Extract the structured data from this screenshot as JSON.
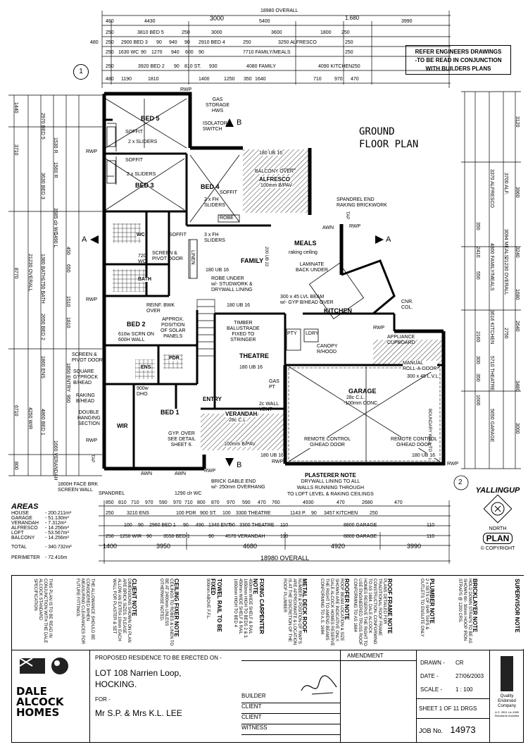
{
  "top_dims": {
    "overall": "18980 OVERALL",
    "row1": [
      "480",
      "4430",
      "5400",
      "3990"
    ],
    "row1_note": "3000",
    "row1_note2": "1.680",
    "row2": [
      "250",
      "3810 BED 5",
      "250",
      "3000",
      "3600",
      "1800",
      "250"
    ],
    "row3": [
      "480",
      "250",
      "2900 BED 3",
      "90",
      "940",
      "90",
      "2910 BED 4",
      "250",
      "3250 ALFRESCO",
      "250"
    ],
    "row4": [
      "250",
      "1630 WC",
      "90",
      "1270",
      "940",
      "600",
      "90",
      "7710 FAMILY/MEALS",
      "250"
    ],
    "row5": [
      "250",
      "3920 BED 2",
      "90",
      "810 ST.",
      "930",
      "4080 FAMILY",
      "4090 KITCHEN",
      "250"
    ],
    "row6": [
      "480",
      "1190",
      "1810",
      "1400",
      "1250",
      "350",
      "1640",
      "710",
      "970",
      "470"
    ]
  },
  "engineer_note": [
    "REFER ENGINEERS DRAWINGS",
    "-TO BE READ IN CONJUNCTION",
    "WITH BUILDERS PLANS"
  ],
  "plan_title": [
    "GROUND",
    "FLOOR PLAN"
  ],
  "rooms": {
    "bed5": "BED 5",
    "bed3": "BED 3",
    "bed4": "BED 4",
    "bed2": "BED 2",
    "bed1": "BED 1",
    "family": "FAMILY",
    "meals": "MEALS",
    "kitchen": "KITCHEN",
    "theatre": "THEATRE",
    "garage": "GARAGE",
    "garage_sub1": "28c C.L.",
    "garage_sub2": "-100mm CONC.",
    "verandah": "VERANDAH",
    "verandah_sub": "28c C.L.",
    "verandah_sub2": "100mm B/PAV",
    "alfresco": "ALFRESCO",
    "alfresco_pre": "BALCONY OVER",
    "alfresco_sub": "100mm B/PAV",
    "entry": "ENTRY",
    "wir": "WIR",
    "robe": "ROBE",
    "bath": "BATH",
    "wc": "WC",
    "ens": "ENS",
    "pdr": "PDR",
    "linen": "LINEN",
    "pty": "PTY",
    "ldry": "LDRY"
  },
  "labels": {
    "gas_storage": [
      "GAS",
      "STORAGE",
      "HWS"
    ],
    "isolator": [
      "ISOLATOR",
      "SWITCH"
    ],
    "soffit": "SOFFIT",
    "sliders2": "2 x SLIDERS",
    "fh_sliders2": [
      "2 x FH",
      "SLIDERS"
    ],
    "fh_sliders3": [
      "3 x FH",
      "SLIDERS"
    ],
    "screen_pivot": [
      "SCREEN &",
      "PIVOT DOOR"
    ],
    "raking_ceiling": "raking ceiling",
    "laminate": [
      "LAMINATE",
      "BACK UNDER"
    ],
    "robe_under": [
      "ROBE UNDER",
      "w/- STUDWORK &",
      "DRYWALL LINING"
    ],
    "lvl_beam": [
      "300 x 45 LVL BEAM",
      "w/- GYP B/HEAD OVER"
    ],
    "reinf_bwk": [
      "REINF. BWK",
      "OVER"
    ],
    "solar": [
      "APPROX.",
      "POSITION",
      "OF SOLAR",
      "PANELS"
    ],
    "timber_bal": [
      "TIMBER",
      "BALUSTRADE",
      "FIXED TO",
      "STRINGER"
    ],
    "appliance": [
      "APPLIANCE",
      "CUPBOARD"
    ],
    "manual_roll": [
      "MANUAL",
      "ROLL-A-DOOR"
    ],
    "lvl300": "300 x 45 L.V.L.",
    "canopy": [
      "CANOPY",
      "R/HOOD"
    ],
    "remote1": [
      "REMOTE CONTROL",
      "O/HEAD DOOR"
    ],
    "remote2": [
      "REMOTE CONTROL",
      "O/HEAD DOOR"
    ],
    "boundary": "BOUNDARY WALL TO 28c",
    "gyp_over": [
      "GYP. OVER",
      "SEE DETAIL",
      "SHEET 6."
    ],
    "double_hanging": [
      "DOUBLE",
      "HANGING",
      "SECTION"
    ],
    "raking_bhead": [
      "RAKING",
      "B/HEAD"
    ],
    "square_gyp": [
      "SQUARE",
      "GYPROCK",
      "B/HEAD"
    ],
    "face_brk": [
      "1800H FACE BRK",
      "SCREEN WALL"
    ],
    "spandrel": "SPANDREL",
    "brick_gable": [
      "BRICK GABLE END",
      "w/- 250mm OVERHANG"
    ],
    "spandrel_end": [
      "SPANDREL END",
      "RAKING BRICKWORK"
    ],
    "cnr_col": [
      "CNR.",
      "COL."
    ],
    "wall_vent": [
      "2c WALL",
      "VENT"
    ],
    "gas_pt": [
      "GAS",
      "PT"
    ],
    "scrn610": [
      "610w SCRN ON",
      "600H WALL"
    ],
    "dho900": [
      "900w",
      "DHO"
    ],
    "wc720": [
      "720",
      "WC"
    ],
    "rwp": "RWP",
    "awn": "AWN",
    "tap": "TAP",
    "section_a": "A",
    "section_b": "B",
    "grid1": "1",
    "grid2": "2",
    "ub180": "180 UB 16",
    "ub200": "200 UB 22"
  },
  "plasterer_note": [
    "PLASTERER NOTE",
    "DRYWALL LINING TO ALL",
    "WALLS RUNNING THROUGH",
    "TO LOFT LEVEL & RAKING CEILINGS"
  ],
  "areas": {
    "heading": "AREAS",
    "rows": [
      {
        "name": "HOUSE",
        "value": "- 200.211m²"
      },
      {
        "name": "GARAGE",
        "value": "- 51.130m²"
      },
      {
        "name": "VERANDAH",
        "value": "- 7.312m²"
      },
      {
        "name": "ALFRESCO",
        "value": "- 14.256m²"
      },
      {
        "name": "LOFT",
        "value": "- 53.567m²"
      },
      {
        "name": "BALCONY",
        "value": "- 14.256m²"
      }
    ],
    "total_name": "TOTAL",
    "total_value": "- 340.732m²",
    "perimeter_name": "PERIMETER",
    "perimeter_value": "- 72.416m"
  },
  "bottom_dims": {
    "wc": "1290 clr WC",
    "row1": [
      "850",
      "810",
      "710",
      "970",
      "590",
      "970",
      "710",
      "800",
      "870",
      "970",
      "590",
      "470",
      "760",
      "4930",
      "470",
      "2680",
      "470"
    ],
    "row2": [
      "250",
      "3210 ENS",
      "100 PDR",
      "900 ST.",
      "100",
      "3300 THEATRE",
      "1143 P.",
      "90",
      "3457 KITCHEN",
      "250"
    ],
    "row3": [
      "100",
      "90",
      "2960 BED 1",
      "90",
      "490",
      "1340 ENT.",
      "90",
      "3300 THEATRE",
      "110",
      "8800 GARAGE",
      "110"
    ],
    "row4": [
      "250",
      "1250 WIR",
      "90",
      "3550 BED 1",
      "90",
      "4570 VERANDAH",
      "110",
      "8800 GARAGE",
      "110"
    ],
    "row5": [
      "1400",
      "3950",
      "4680",
      "4920",
      "3990"
    ],
    "overall": "18980 OVERALL"
  },
  "right_dims": [
    "3120",
    "3960",
    "3240",
    "1680",
    "2640",
    "2750",
    "3480",
    "3000",
    "21230 OVERALL",
    "3370 ALFRESCO",
    "3700 ALF.",
    "4800 FAMILY/MEALS",
    "3094 MEALS",
    "3616 KITCHEN",
    "5710 THEATRE",
    "5650 GARAGE",
    "2410",
    "350",
    "550",
    "2160",
    "300",
    "1600",
    "350"
  ],
  "left_dims": [
    "1440",
    "3710",
    "8770",
    "6710",
    "800",
    "21230 OVERALL",
    "2970 BED 5",
    "3630 BED 3",
    "3585 clr WC",
    "1380 BATH",
    "1750 BATH",
    "2650 BED 2",
    "1860 ENS",
    "4860 BED 1",
    "4250 WIR",
    "1660 VERANDAH",
    "1530 R",
    "1560 R",
    "1490 L",
    "1510",
    "1810",
    "650",
    "450",
    "1850 ENTRY",
    "950"
  ],
  "north": {
    "name": "YALLINGUP",
    "label": "NORTH",
    "plan": "PLAN",
    "copyright": "© COPYRIGHT"
  },
  "notes": [
    {
      "title": "SUPERVISOR NOTE",
      "body": ""
    },
    {
      "title": "BRICKLAYER NOTE",
      "body": "HOLD DOWN STRAPS TO BE AS SHOWN W/- 30mm HOOP IRON STRAPS @ 1200 CRS."
    },
    {
      "title": "PLUMBER NOTE",
      "body": "2 x SETS OF SHR TAPS & OUTLETS TO ENSUITE ONLY"
    },
    {
      "title": "ROOF FRAME NOTE",
      "body": "PLANS DETAILED FOR TRADITIONAL ROOF FRAME CONSTRUCTION. CONFORMING TO AS 1684. DALE ALCOCK HOMES RESERVE THE RIGHT TO USE ENGINEERED TRUSS ROOF CONFORMING TO AS 1684"
    },
    {
      "title": "ROOFER NOTE",
      "body": "ROOF BEAM LOCATION & SIZE SHOWN ARE INDICATIVE ONLY. DALE ALCOCK HOMES RESERVE THE RIGHT TO AMEND BEAMS CONFORMING TO A.S. 1684"
    },
    {
      "title": "METAL DECK ROOF",
      "body": "NUMBER & POSITION OF RWP'S ARE APPROXIMATE & LOCATION IS AT THE DISCRETION OF THE ROOF PLUMBER"
    },
    {
      "title": "FIXING CARPENTER NOTE",
      "body": "450mm WIDE SHELF & RAIL 1650mm HIGH TO BEDS 2 & 3. 450mm WIDE SHELF & RAIL 1650mm HIGH TO BED 4"
    },
    {
      "title": "TOWEL RAIL TO BE FIXED",
      "body": "900mm ABOVE F.F.L."
    },
    {
      "title": "CEILING FIXER NOTE",
      "body": "CEILINGS TO ROBES & LINEN TO BE AT 2400mm UNLESS OTHERWISE NOTED."
    },
    {
      "title": "CLIENT NOTE",
      "body": "DIMENSIONS SHOWN ON PLAN ARE BRICK SIZES. PLEASE ALLOW AN EXTRA 10mm EACH WALL FOR PLASTER & SET"
    },
    {
      "title": "",
      "body": "THE ALLOWANCE SHOULD BE CONSIDERED WHEN MEASURING CLEARANCES FOR FUTURE FITTINGS."
    },
    {
      "title": "",
      "body": "THIS PLAN IS TO BE READ IN CONJUNCTION WITH THE DALE ALCOCK STANDARD SPECIFICATION"
    }
  ],
  "title_block": {
    "logo_lines": [
      "DALE",
      "ALCOCK",
      "HOMES"
    ],
    "proposed": "PROPOSED RESIDENCE TO BE ERECTED ON -",
    "lot": "LOT 108 Narrien Loop,",
    "suburb": "HOCKING.",
    "for_label": "FOR -",
    "client": "Mr S.P. & Mrs K.L. LEE",
    "amendment": "AMENDMENT",
    "sign_labels": [
      "BUILDER",
      "CLIENT",
      "CLIENT",
      "WITNESS"
    ],
    "drawn_label": "DRAWN -",
    "drawn": "CR",
    "date_label": "DATE -",
    "date": "27/06/2003",
    "scale_label": "SCALE -",
    "scale": "1 : 100",
    "sheet": "SHEET 1 OF 11 DRGS",
    "job_label": "JOB No.",
    "job": "14973",
    "quality_lines": [
      "Quality",
      "Endorsed",
      "Company"
    ],
    "quality_small": "A.S. 3901 Lic 4385 Standards Australia"
  }
}
